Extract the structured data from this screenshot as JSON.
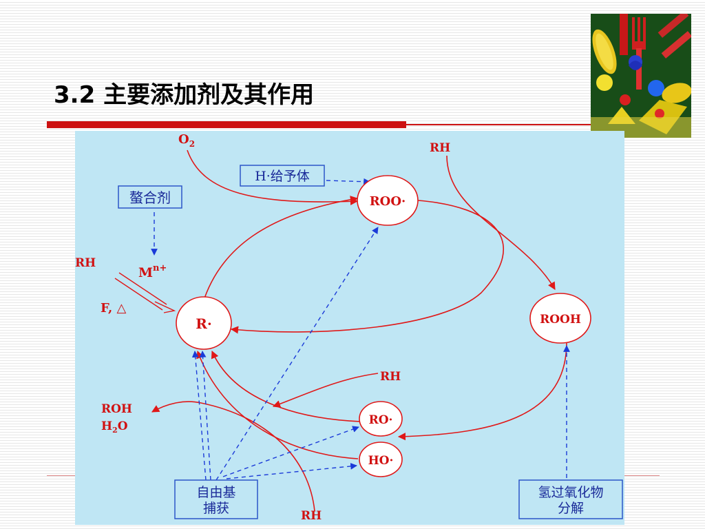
{
  "slide": {
    "title": "3.2  主要添加剂及其作用"
  },
  "diagram": {
    "nodes": {
      "roo": "ROO·",
      "r": "R·",
      "rooh": "ROOH",
      "ro": "RO·",
      "ho": "HO·"
    },
    "boxes": {
      "h_donor": "H·给予体",
      "chelator": "螯合剂",
      "radical_trap_line1": "自由基",
      "radical_trap_line2": "捕获",
      "peroxide_decomp_line1": "氢过氧化物",
      "peroxide_decomp_line2": "分解"
    },
    "labels": {
      "o2": "O",
      "o2_sub": "2",
      "rh_top": "RH",
      "rh_left": "RH",
      "mn": "M",
      "mn_sup": "n+",
      "f_delta": "F, △",
      "rh_mid": "RH",
      "roh": "ROH",
      "h2o_h": "H",
      "h2o_sub": "2",
      "h2o_o": "O",
      "rh_bottom": "RH"
    },
    "colors": {
      "background": "#bfe6f4",
      "reaction_arrow": "#e01818",
      "inhibition_arrow": "#1a3ad8",
      "box_border": "#2b55c8",
      "box_text": "#1a2a99",
      "node_fill": "#ffffff",
      "node_label": "#d11111"
    }
  },
  "photo": {
    "icon": "food-and-utensils-photo"
  }
}
